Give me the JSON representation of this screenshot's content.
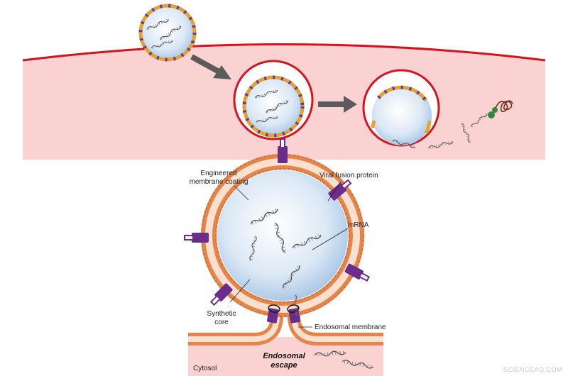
{
  "labels": {
    "engineered_coating_line1": "Engineered",
    "engineered_coating_line2": "membrane coating",
    "viral_fusion_protein": "Viral fusion protein",
    "mrna": "mRNA",
    "synthetic_core_line1": "Synthetic",
    "synthetic_core_line2": "core",
    "endosomal_membrane": "Endosomal membrane",
    "cytosol": "Cytosol",
    "endosomal_escape_line1": "Endosomal",
    "endosomal_escape_line2": "escape"
  },
  "watermark": "SCIENCEAQ.COM",
  "colors": {
    "cell_fill": "#fbd2d2",
    "cell_membrane": "#d4141c",
    "core_center": "#ffffff",
    "core_edge": "#a9c6e6",
    "coating_orange": "#e8a030",
    "coating_purple": "#5a3f9a",
    "lipid_orange": "#e4864a",
    "fusion_protein": "#6b2d8c",
    "arrow": "#5b5b5b",
    "ribosome": "#2e8b3a",
    "protein_chain": "#7a2a12"
  }
}
